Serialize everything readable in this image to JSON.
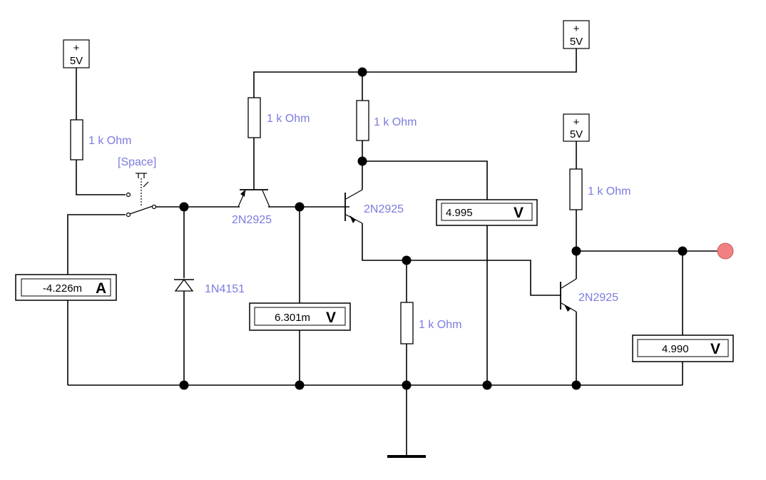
{
  "supplies": {
    "left": {
      "sign": "+",
      "value": "5V"
    },
    "top": {
      "sign": "+",
      "value": "5V"
    },
    "right": {
      "sign": "+",
      "value": "5V"
    }
  },
  "resistors": {
    "r1": "1 k Ohm",
    "r2": "1 k Ohm",
    "r3": "1 k Ohm",
    "r4": "1 k Ohm",
    "r5": "1 k Ohm"
  },
  "transistors": {
    "q1": "2N2925",
    "q2": "2N2925",
    "q3": "2N2925"
  },
  "diode": "1N4151",
  "switch": {
    "key": "[Space]"
  },
  "meters": {
    "ammeter": {
      "value": "-4.226m",
      "unit": "A"
    },
    "voltmeter1": {
      "value": "6.301m",
      "unit": "V"
    },
    "voltmeter2": {
      "value": "4.995",
      "unit": "V"
    },
    "voltmeter3": {
      "value": "4.990",
      "unit": "V"
    }
  },
  "colors": {
    "label": "#7b7be0",
    "probe": "#f28080"
  }
}
